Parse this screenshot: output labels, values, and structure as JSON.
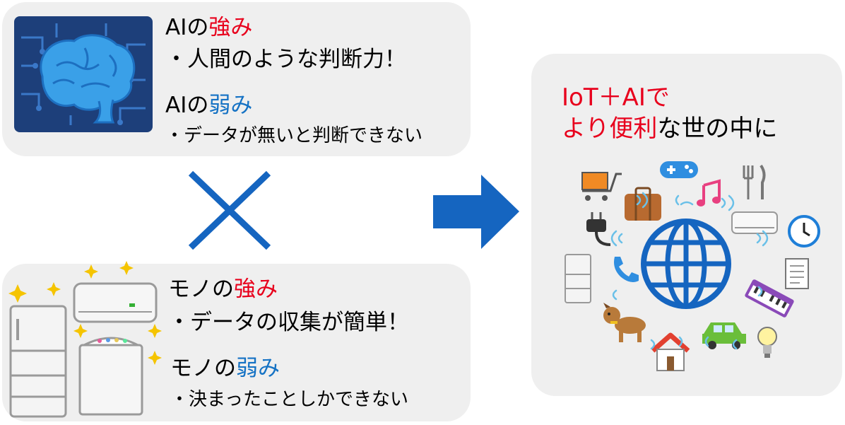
{
  "ai": {
    "strength_prefix": "AIの",
    "strength_word": "強み",
    "strength_point": "・人間のような判断力！",
    "weakness_prefix": "AIの",
    "weakness_word": "弱み",
    "weakness_point": "・データが無いと判断できない"
  },
  "things": {
    "strength_prefix": "モノの",
    "strength_word": "強み",
    "strength_point": "・データの収集が簡単！",
    "weakness_prefix": "モノの",
    "weakness_word": "弱み",
    "weakness_point": "・決まったことしかできない"
  },
  "result": {
    "line1": "IoT＋AIで",
    "line2_highlight": "より便利",
    "line2_rest": "な世の中に"
  },
  "colors": {
    "strength": "#e8001c",
    "weakness": "#1572c4",
    "connector": "#1565c0",
    "panel": "#efefef"
  },
  "icons": {
    "brain": "brain-chip-icon",
    "appliances": [
      "refrigerator-icon",
      "air-conditioner-icon",
      "washing-machine-icon"
    ],
    "iot": [
      "shopping-cart-icon",
      "gamepad-icon",
      "fork-knife-icon",
      "briefcase-icon",
      "music-note-icon",
      "plug-icon",
      "air-conditioner-icon",
      "clock-icon",
      "refrigerator-icon",
      "phone-icon",
      "globe-icon",
      "document-icon",
      "keyboard-icon",
      "dog-icon",
      "house-icon",
      "car-icon",
      "lightbulb-icon"
    ]
  }
}
